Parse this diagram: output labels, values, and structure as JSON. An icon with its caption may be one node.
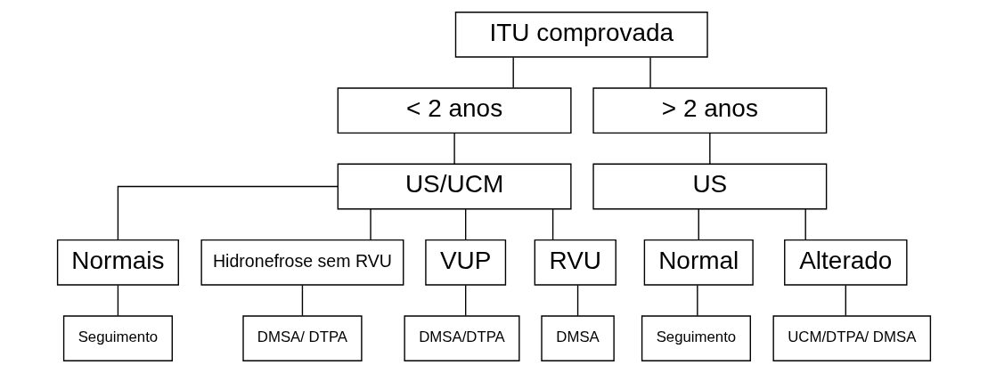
{
  "diagram": {
    "nodes": [
      {
        "text": [
          "ITU comprovada"
        ]
      },
      {
        "text": [
          "< 2 anos"
        ]
      },
      {
        "text": [
          "> 2 anos"
        ]
      },
      {
        "text": [
          "US/UCM"
        ]
      },
      {
        "text": [
          "US"
        ]
      },
      {
        "text": [
          "Normais"
        ]
      },
      {
        "text": [
          "Hidronefrose sem RVU"
        ]
      },
      {
        "text": [
          "VUP"
        ]
      },
      {
        "text": [
          "RVU"
        ]
      },
      {
        "text": [
          "Normal"
        ]
      },
      {
        "text": [
          "Alterado"
        ]
      },
      {
        "text": [
          "Seguimento"
        ]
      },
      {
        "text": [
          "DMSA/ DTPA"
        ]
      },
      {
        "text": [
          "DMSA/DTPA"
        ]
      },
      {
        "text": [
          "DMSA"
        ]
      },
      {
        "text": [
          "Seguimento"
        ]
      },
      {
        "text": [
          "UCM/DTPA/ DMSA"
        ]
      }
    ],
    "edges": [
      {
        "from": 0,
        "to": 1,
        "arrow": "none"
      },
      {
        "from": 0,
        "to": 2,
        "arrow": "none"
      },
      {
        "from": 1,
        "to": 3,
        "arrow": "none"
      },
      {
        "from": 2,
        "to": 4,
        "arrow": "none"
      },
      {
        "from": 3,
        "to": 5,
        "arrow": "none"
      },
      {
        "from": 3,
        "to": 6,
        "arrow": "none"
      },
      {
        "from": 3,
        "to": 7,
        "arrow": "none"
      },
      {
        "from": 3,
        "to": 8,
        "arrow": "none"
      },
      {
        "from": 4,
        "to": 9,
        "arrow": "none"
      },
      {
        "from": 4,
        "to": 10,
        "arrow": "none"
      },
      {
        "from": 5,
        "to": 11,
        "arrow": "none"
      },
      {
        "from": 6,
        "to": 12,
        "arrow": "none"
      },
      {
        "from": 7,
        "to": 13,
        "arrow": "none"
      },
      {
        "from": 8,
        "to": 14,
        "arrow": "none"
      },
      {
        "from": 9,
        "to": 15,
        "arrow": "none"
      },
      {
        "from": 10,
        "to": 16,
        "arrow": "none"
      }
    ]
  }
}
